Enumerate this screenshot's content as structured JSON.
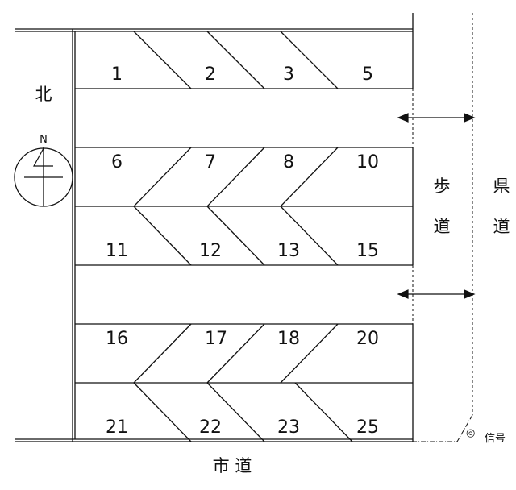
{
  "map": {
    "north_label": "北",
    "compass_letter": "N",
    "sidewalk_label": [
      "歩",
      "道"
    ],
    "prefectural_road_label": [
      "県",
      "道"
    ],
    "city_road_label": "市 道",
    "signal_label": "信号",
    "signal_symbol": "◎",
    "colors": {
      "line": "#111111",
      "background": "#ffffff"
    }
  },
  "spaces": {
    "row1": [
      "1",
      "2",
      "3",
      "5"
    ],
    "row2": [
      "6",
      "7",
      "8",
      "10"
    ],
    "row3": [
      "11",
      "12",
      "13",
      "15"
    ],
    "row4": [
      "16",
      "17",
      "18",
      "20"
    ],
    "row5": [
      "21",
      "22",
      "23",
      "25"
    ]
  }
}
